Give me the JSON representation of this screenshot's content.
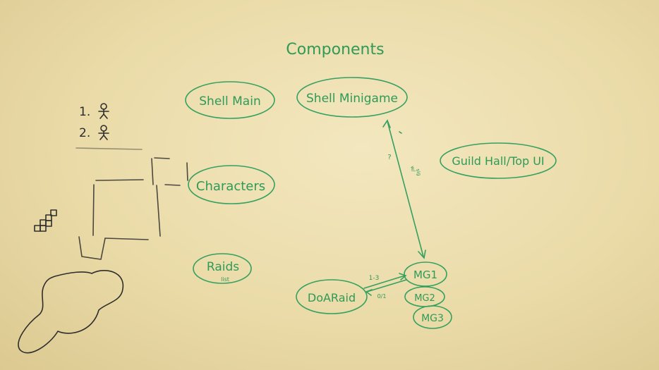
{
  "whiteboard": {
    "title": "Components",
    "nodes": {
      "shell_main": "Shell Main",
      "shell_minigame": "Shell Minigame",
      "guild_hall": "Guild Hall/Top UI",
      "characters": "Characters",
      "raids": "Raids",
      "raids_sub": "list",
      "do_a_raid": "DoARaid",
      "mg1": "MG1",
      "mg2": "MG2",
      "mg3": "MG3"
    },
    "arrow_labels": {
      "raid_to_mg": "1-3",
      "mg_to_raid": "0/1",
      "question": "?",
      "side_note_1": "w/",
      "side_note_2": "sig"
    },
    "players": {
      "item1": "1.",
      "item2": "2."
    },
    "colors": {
      "marker_green": "#35a060",
      "marker_black": "#2e2e2e",
      "board": "#eddfb0"
    },
    "icons": [
      "stick-figure-icon",
      "stair-blocks-icon",
      "blob-shape-icon"
    ]
  }
}
